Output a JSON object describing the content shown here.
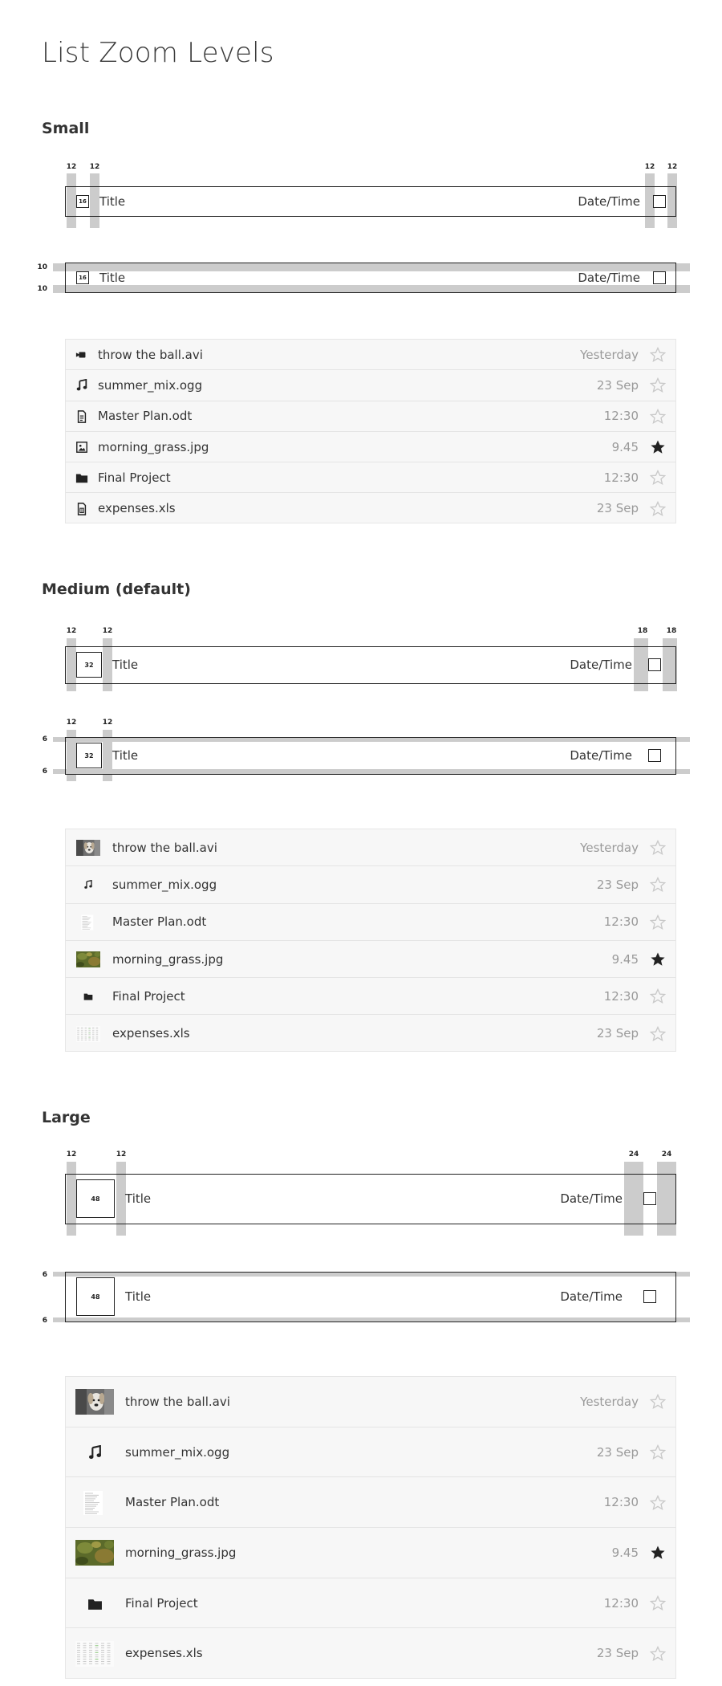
{
  "page": {
    "title": "List Zoom Levels"
  },
  "sections": {
    "small": {
      "title": "Small",
      "top_measures": [
        "12",
        "12",
        "12",
        "12"
      ],
      "side_measures": [
        "10",
        "10"
      ],
      "icon_size": "16",
      "title_label": "Title",
      "date_label": "Date/Time"
    },
    "medium": {
      "title": "Medium (default)",
      "top_measures": [
        "12",
        "12",
        "18",
        "18"
      ],
      "second_measures": [
        "12",
        "12"
      ],
      "side_measures": [
        "6",
        "6"
      ],
      "icon_size": "32",
      "title_label": "Title",
      "date_label": "Date/Time"
    },
    "large": {
      "title": "Large",
      "top_measures": [
        "12",
        "12",
        "24",
        "24"
      ],
      "side_measures": [
        "6",
        "6"
      ],
      "icon_size": "48",
      "title_label": "Title",
      "date_label": "Date/Time"
    }
  },
  "files": [
    {
      "name": "throw the ball.avi",
      "date": "Yesterday",
      "starred": false,
      "icon": "video-icon",
      "thumb": "dog-photo"
    },
    {
      "name": "summer_mix.ogg",
      "date": "23 Sep",
      "starred": false,
      "icon": "music-icon",
      "thumb": "music-icon"
    },
    {
      "name": "Master Plan.odt",
      "date": "12:30",
      "starred": false,
      "icon": "document-icon",
      "thumb": "document-page"
    },
    {
      "name": "morning_grass.jpg",
      "date": "9.45",
      "starred": true,
      "icon": "image-icon",
      "thumb": "grass-photo"
    },
    {
      "name": "Final Project",
      "date": "12:30",
      "starred": false,
      "icon": "folder-icon",
      "thumb": "folder-icon"
    },
    {
      "name": "expenses.xls",
      "date": "23 Sep",
      "starred": false,
      "icon": "spreadsheet-icon",
      "thumb": "spreadsheet-page"
    }
  ],
  "colors": {
    "spacer": "#cccccc",
    "star_filled": "#222222",
    "star_empty": "#c8c8c8",
    "list_bg": "#f7f7f7"
  }
}
